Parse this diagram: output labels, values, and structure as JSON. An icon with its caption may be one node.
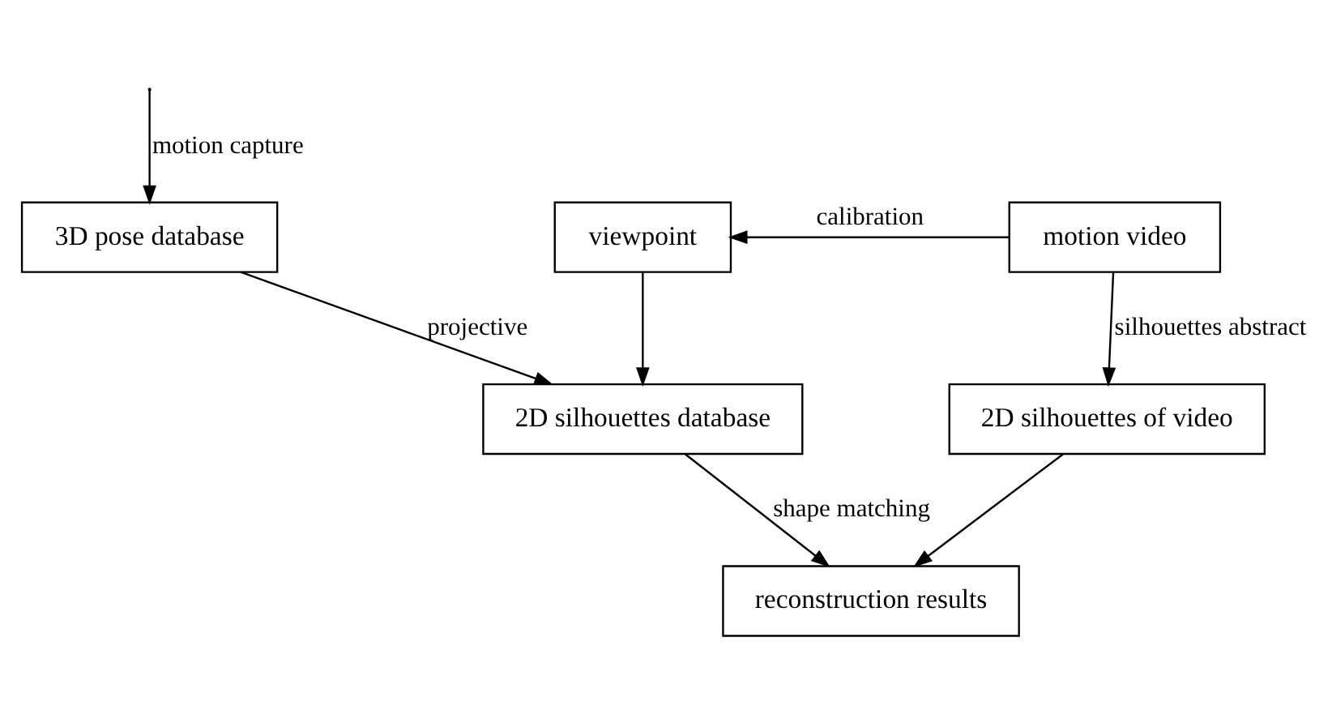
{
  "diagram": {
    "nodes": [
      {
        "text": [
          "3D pose database"
        ]
      },
      {
        "text": [
          "viewpoint"
        ]
      },
      {
        "text": [
          "motion video"
        ]
      },
      {
        "text": [
          "2D silhouettes database"
        ]
      },
      {
        "text": [
          "2D silhouettes of video"
        ]
      },
      {
        "text": [
          "reconstruction results"
        ]
      }
    ],
    "edges": [
      {
        "from": null,
        "to": 0,
        "arrow": "to",
        "label": "motion capture"
      },
      {
        "from": 2,
        "to": 1,
        "arrow": "to",
        "label": "calibration"
      },
      {
        "from": 0,
        "to": 3,
        "arrow": "to",
        "label": "projective"
      },
      {
        "from": 1,
        "to": 3,
        "arrow": "to"
      },
      {
        "from": 2,
        "to": 4,
        "arrow": "to",
        "label": "silhouettes abstract"
      },
      {
        "from": 3,
        "to": 5,
        "arrow": "to",
        "label": "shape matching"
      },
      {
        "from": 4,
        "to": 5,
        "arrow": "to"
      }
    ]
  }
}
